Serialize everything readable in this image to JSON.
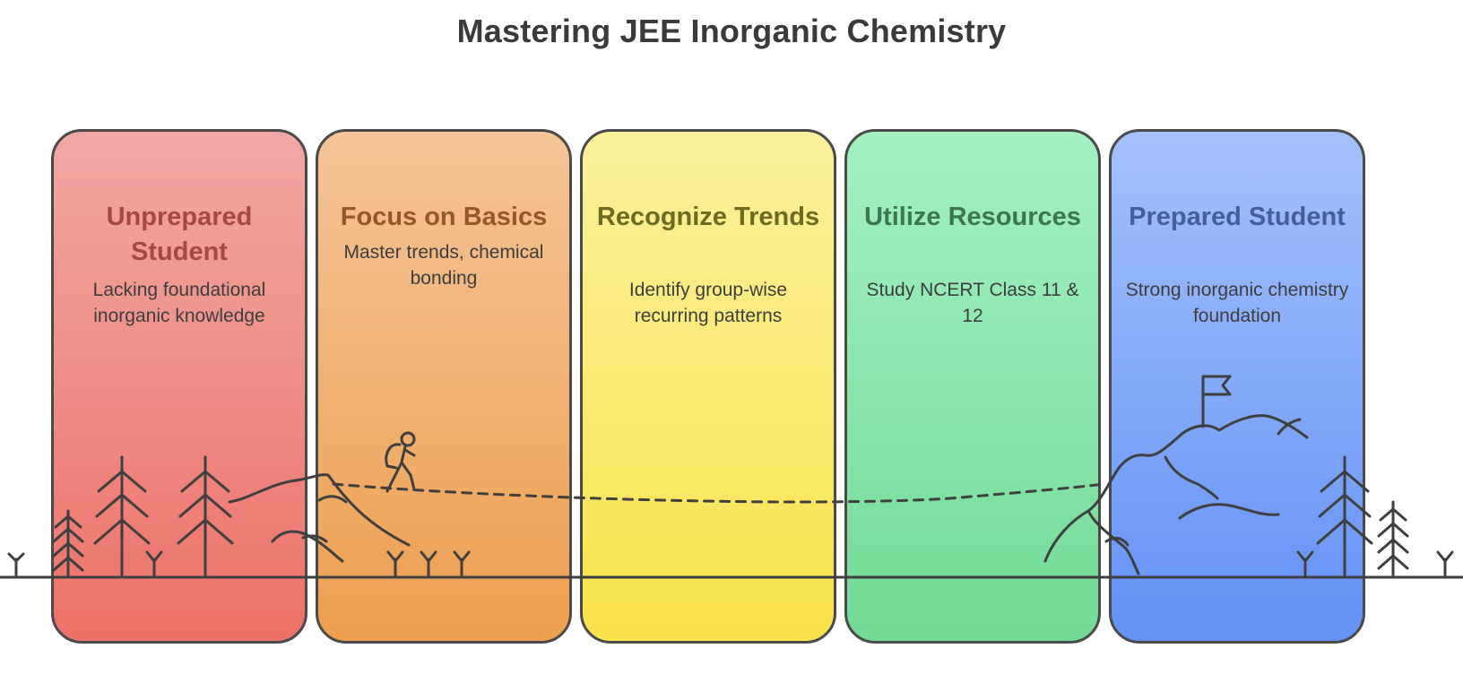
{
  "title": "Mastering JEE Inorganic Chemistry",
  "stages": [
    {
      "heading": "Unprepared Student",
      "description": "Lacking foundational inorganic knowledge",
      "top_color": "#f2a8a4",
      "bottom_color": "#ec7168",
      "heading_color": "#a64843"
    },
    {
      "heading": "Focus on Basics",
      "description": "Master trends, chemical bonding",
      "top_color": "#f4c497",
      "bottom_color": "#ed9f4f",
      "heading_color": "#96582a"
    },
    {
      "heading": "Recognize Trends",
      "description": "Identify group-wise recurring patterns",
      "top_color": "#fbf09c",
      "bottom_color": "#f9e34b",
      "heading_color": "#6f6a21"
    },
    {
      "heading": "Utilize Resources",
      "description": "Study NCERT Class 11 & 12",
      "top_color": "#a4f1c2",
      "bottom_color": "#72da96",
      "heading_color": "#3e7650"
    },
    {
      "heading": "Prepared Student",
      "description": "Strong inorganic chemistry foundation",
      "top_color": "#a4c1fb",
      "bottom_color": "#6391f6",
      "heading_color": "#44609c"
    }
  ],
  "icons": [
    "pine-tree-icon",
    "hiker-icon",
    "mountain-icon",
    "summit-flag-icon",
    "grass-sprout-icon"
  ]
}
